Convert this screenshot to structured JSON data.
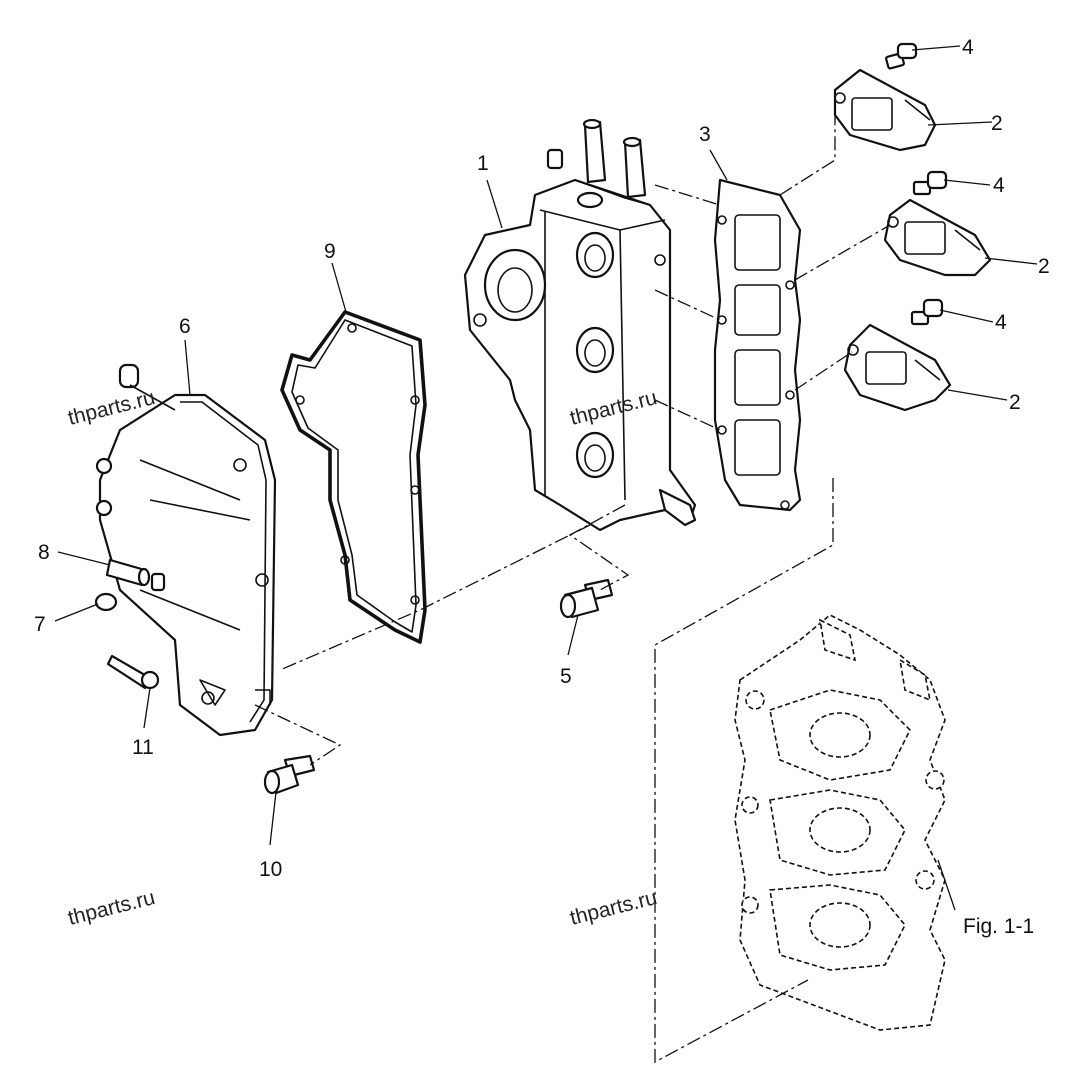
{
  "labels": {
    "p1": "1",
    "p2a": "2",
    "p2b": "2",
    "p2c": "2",
    "p3": "3",
    "p4a": "4",
    "p4b": "4",
    "p4c": "4",
    "p5": "5",
    "p6": "6",
    "p7": "7",
    "p8": "8",
    "p9": "9",
    "p10": "10",
    "p11": "11"
  },
  "figure_ref": "Fig. 1-1",
  "watermarks": [
    "thparts.ru",
    "thparts.ru",
    "thparts.ru",
    "thparts.ru"
  ]
}
